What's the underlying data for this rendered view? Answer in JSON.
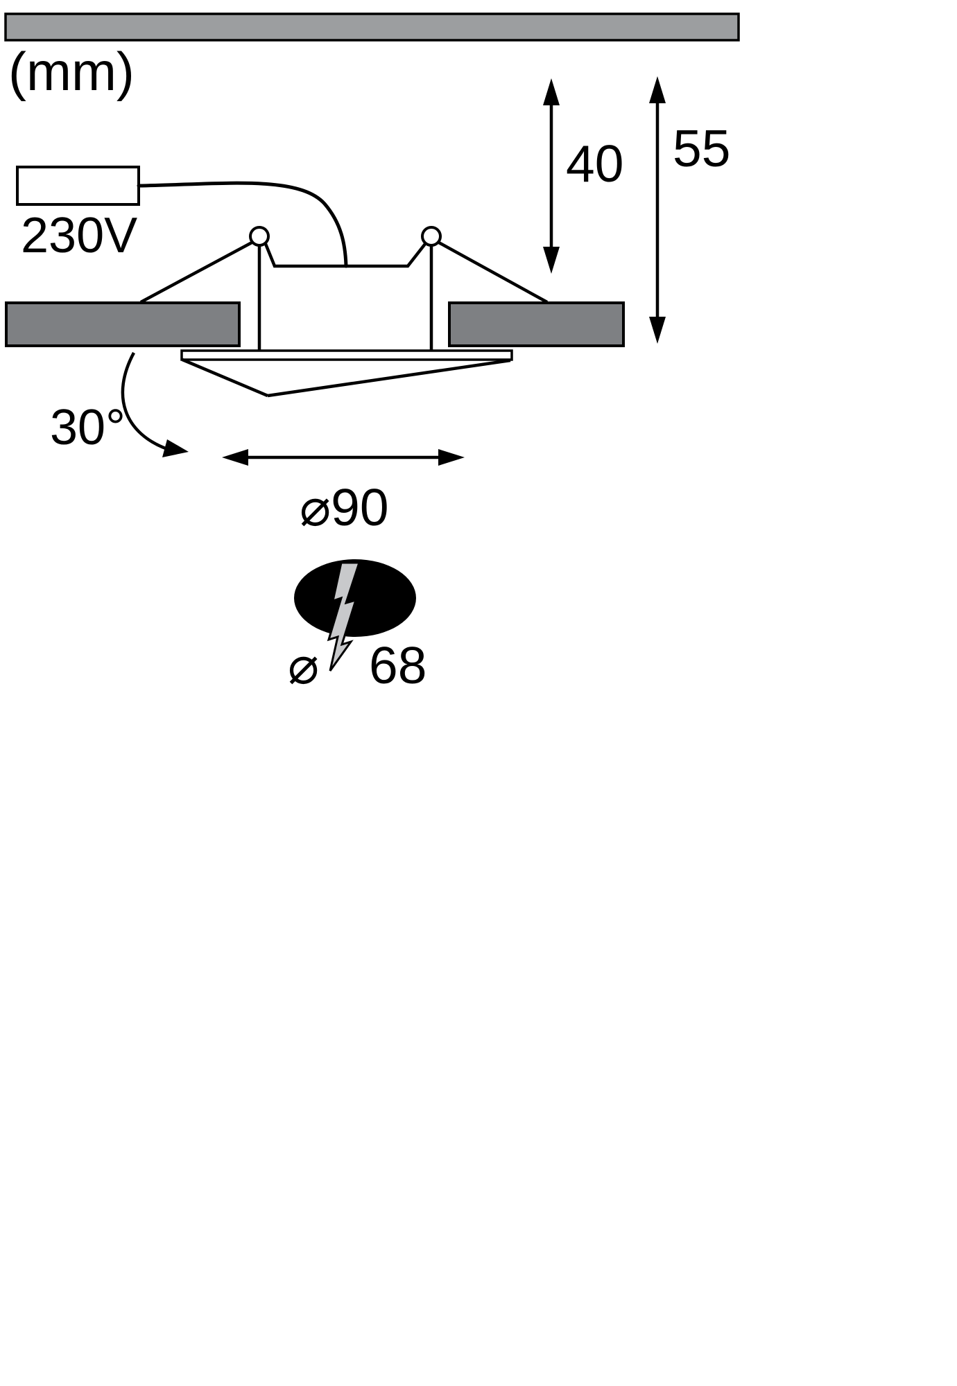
{
  "diagram": {
    "unit_label": "(mm)",
    "supply": {
      "voltage_label": "230V"
    },
    "dimensions": {
      "recess_depth_mm": "40",
      "total_depth_mm": "55",
      "tilt_angle": "30°",
      "outer_diameter": "⌀90",
      "cutout_symbol": "⌀",
      "cutout_value": "68"
    },
    "icons": {
      "cutout": "lightning-bolt-icon"
    },
    "colors": {
      "ceiling_slab": "#9c9ea0",
      "ceiling_panel": "#7e8083",
      "cutout_hole": "#000000",
      "bolt_fill": "#c8c9cb",
      "line": "#000000",
      "background": "#ffffff"
    }
  }
}
